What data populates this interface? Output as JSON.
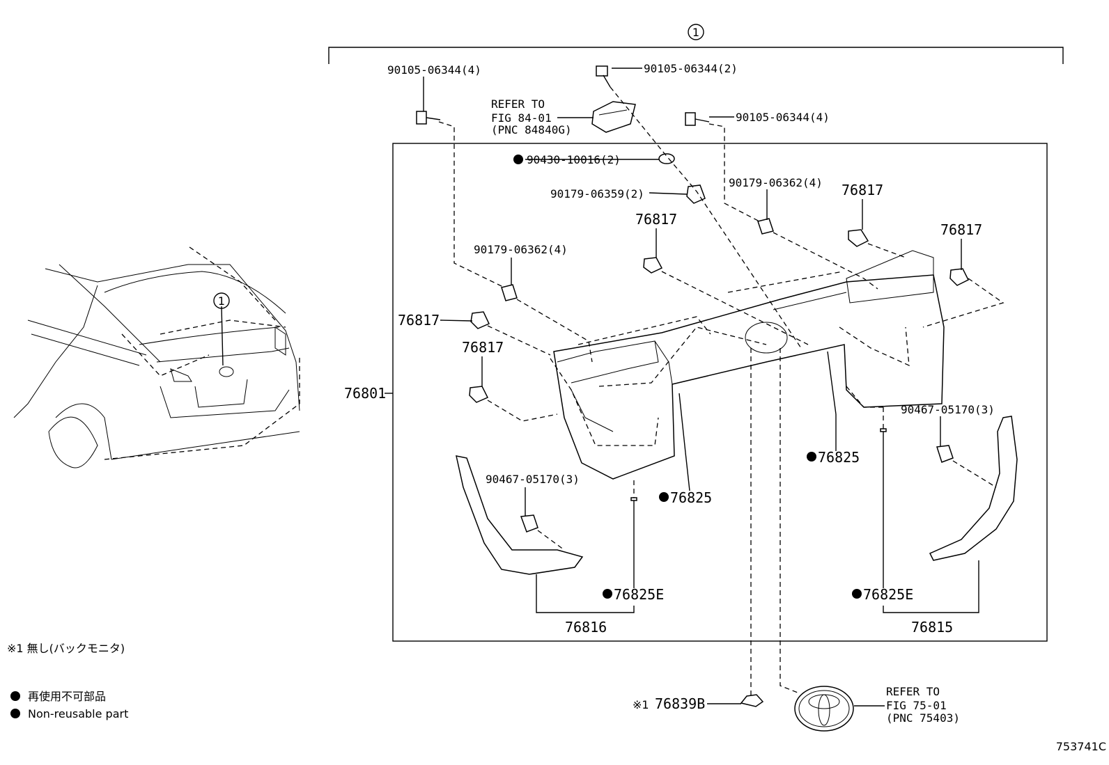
{
  "callout_circle": "1",
  "labels": {
    "bolt_left_top": "90105-06344(4)",
    "bolt_center_top": "90105-06344(2)",
    "bolt_right_top": "90105-06344(4)",
    "refer_84_line1": "REFER TO",
    "refer_84_line2": "FIG 84-01",
    "refer_84_line3": "(PNC 84840G)",
    "washer": "90430-10016(2)",
    "nut_center": "90179-06359(2)",
    "nut_right": "90179-06362(4)",
    "nut_left": "90179-06362(4)",
    "clip_a": "76817",
    "clip_b": "76817",
    "clip_c": "76817",
    "clip_d": "76817",
    "clip_e": "76817",
    "garnish": "76801",
    "seal_center": "76825",
    "seal_right": "76825",
    "screw_left": "90467-05170(3)",
    "screw_right": "90467-05170(3)",
    "tape_left": "76825E",
    "tape_right": "76825E",
    "bracket_left": "76816",
    "bracket_right": "76815",
    "cover": "76839B",
    "cover_prefix": "※1",
    "refer_75_line1": "REFER TO",
    "refer_75_line2": "FIG 75-01",
    "refer_75_line3": "(PNC 75403)"
  },
  "notes": {
    "note1": "※1 無し(バックモニタ)",
    "legend_jp": "再使用不可部品",
    "legend_en": "Non-reusable part"
  },
  "figure_id": "753741C"
}
